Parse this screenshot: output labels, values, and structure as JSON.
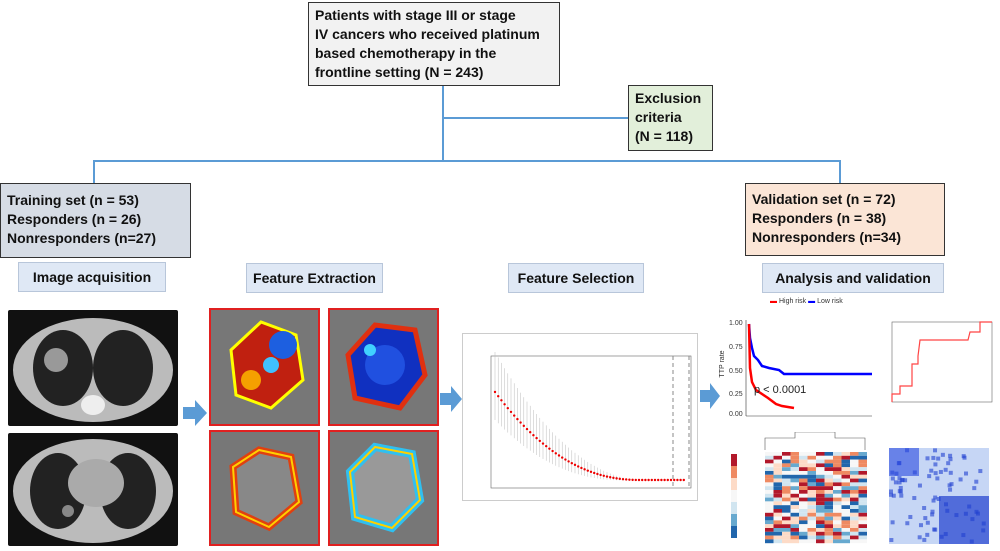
{
  "top_box": {
    "lines": [
      "Patients with stage III or stage",
      "IV cancers who received platinum",
      "based chemotherapy in the",
      "frontline setting (N = 243)"
    ]
  },
  "exclusion": {
    "lines": [
      "Exclusion",
      "criteria",
      "(N = 118)"
    ]
  },
  "training": {
    "lines": [
      "Training set (n = 53)",
      "Responders (n = 26)",
      "Nonresponders (n=27)"
    ]
  },
  "validation": {
    "lines": [
      "Validation set (n = 72)",
      "Responders (n = 38)",
      "Nonresponders (n=34)"
    ]
  },
  "sections": [
    "Image acquisition",
    "Feature Extraction",
    "Feature Selection",
    "Analysis and validation"
  ],
  "km_plot": {
    "legend": [
      "High risk",
      "Low risk"
    ],
    "p_value": "p < 0.0001",
    "ylabel": "TTP rate",
    "yticks": [
      "1.00",
      "0.75",
      "0.50",
      "0.25",
      "0.00"
    ]
  },
  "colors": {
    "line": "#5b9bd5",
    "top_box": "#f2f2f2",
    "exclusion": "#e2efda",
    "training": "#d6dce5",
    "validation": "#fbe5d6",
    "header": "#dfe8f5",
    "high_risk": "#ff0000",
    "low_risk": "#0000ff"
  }
}
